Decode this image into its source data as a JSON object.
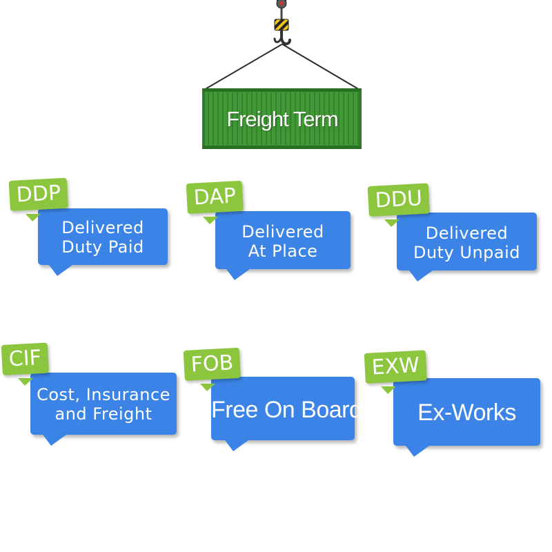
{
  "title": "Freight Term",
  "colors": {
    "container_green": "#3f9a35",
    "tag_green": "#8cc63f",
    "bubble_blue": "#3b83e6",
    "hook_yellow": "#f2c419"
  },
  "terms": [
    {
      "code": "DDP",
      "line1": "Delivered",
      "line2": "Duty Paid"
    },
    {
      "code": "DAP",
      "line1": "Delivered",
      "line2": "At Place"
    },
    {
      "code": "DDU",
      "line1": "Delivered",
      "line2": "Duty Unpaid"
    },
    {
      "code": "CIF",
      "line1": "Cost, Insurance",
      "line2": "and Freight"
    },
    {
      "code": "FOB",
      "line1": "Free On Board",
      "line2": ""
    },
    {
      "code": "EXW",
      "line1": "Ex-Works",
      "line2": ""
    }
  ]
}
